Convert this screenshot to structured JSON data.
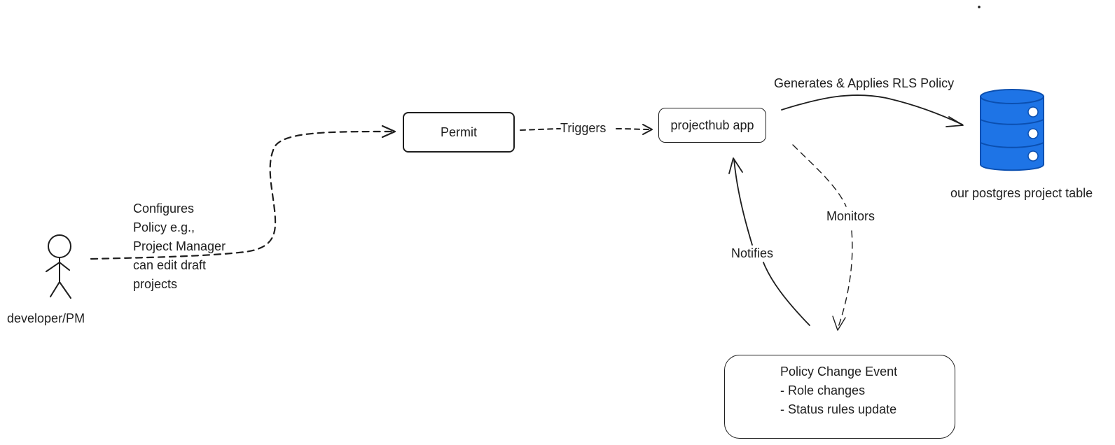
{
  "nodes": {
    "actor": {
      "label": "developer/PM"
    },
    "permit": {
      "label": "Permit"
    },
    "app": {
      "label": "projecthub app"
    },
    "database": {
      "label": "our postgres project table",
      "fill_color": "#1e74e6",
      "stroke_color": "#0b4fb0"
    },
    "event": {
      "title": "Policy Change Event",
      "items": [
        "- Role changes",
        "- Status rules update"
      ]
    }
  },
  "edges": {
    "configures": {
      "label_lines": [
        "Configures",
        "Policy e.g.,",
        "Project Manager",
        "can edit draft",
        "projects"
      ]
    },
    "triggers": {
      "label": "Triggers"
    },
    "generates": {
      "label": "Generates & Applies RLS Policy"
    },
    "monitors": {
      "label": "Monitors"
    },
    "notifies": {
      "label": "Notifies"
    }
  },
  "colors": {
    "ink": "#1e1e1e",
    "background": "#ffffff"
  }
}
